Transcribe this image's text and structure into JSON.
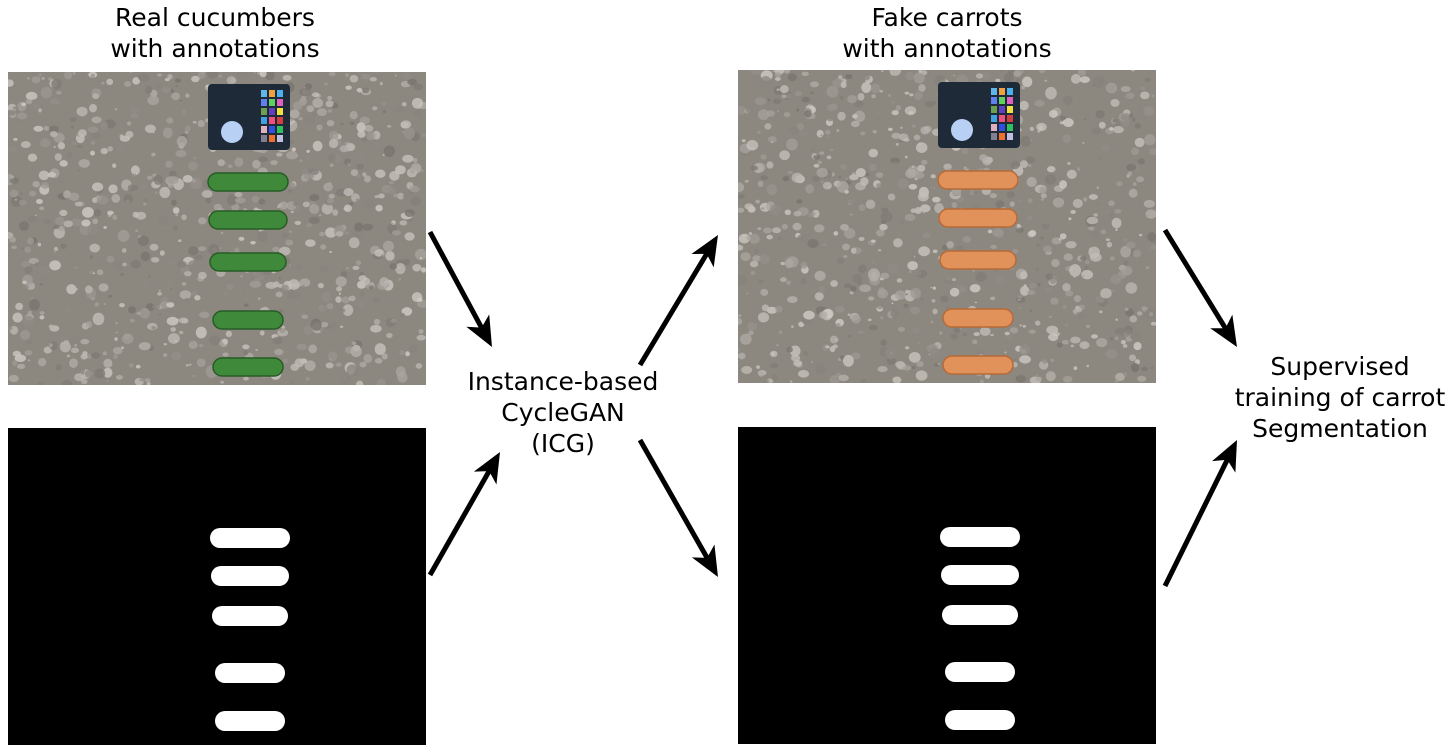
{
  "left_label": {
    "line1": "Real cucumbers",
    "line2": "with annotations"
  },
  "right_label": {
    "line1": "Fake carrots",
    "line2": "with annotations"
  },
  "center_label": {
    "line1": "Instance-based",
    "line2": "CycleGAN",
    "line3": "(ICG)"
  },
  "output_label": {
    "line1": "Supervised",
    "line2": "training of carrot",
    "line3": "Segmentation"
  },
  "colors": {
    "cucumber": "#3f8a3a",
    "carrot": "#e0925a",
    "soil": "#8c877f",
    "mask_bg": "#000000",
    "mask_fg": "#ffffff"
  }
}
